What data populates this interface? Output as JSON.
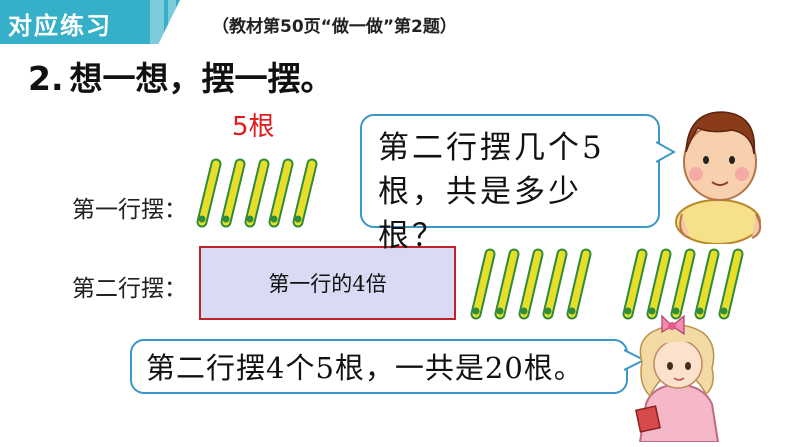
{
  "header": {
    "title": "对应练习",
    "source": "（教材第50页“做一做”第2题）"
  },
  "question": {
    "number": "2.",
    "text": "想一想，摆一摆。"
  },
  "five_label": "5根",
  "rows": {
    "row1_label": "第一行摆：",
    "row2_label": "第二行摆：",
    "row2_box_text": "第一行的4倍"
  },
  "bubbles": {
    "question": "第二行摆几个5根，共是多少根？",
    "answer": "第二行摆4个5根，一共是20根。"
  },
  "colors": {
    "header": "#35b0c8",
    "stick_fill": "#e8de2a",
    "stick_outline": "#2e8b3a",
    "red": "#e0191b",
    "box_fill": "#d8dbf3",
    "bubble_border": "#3a98c8"
  },
  "sticks": {
    "row1_count": 5,
    "row2_groups": 2,
    "row2_per_group": 5
  }
}
